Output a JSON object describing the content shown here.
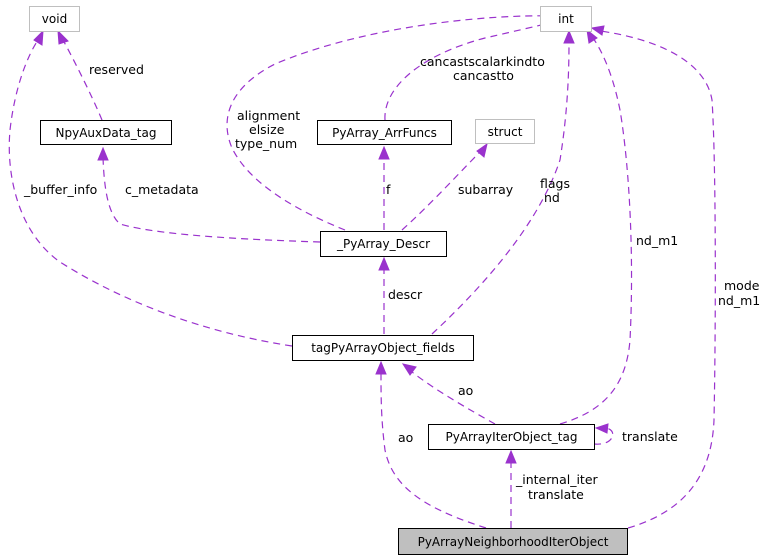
{
  "nodes": {
    "void": "void",
    "int": "int",
    "npy_aux": "NpyAuxData_tag",
    "arrfuncs": "PyArray_ArrFuncs",
    "struct": "struct",
    "descr": "_PyArray_Descr",
    "fields": "tagPyArrayObject_fields",
    "iter": "PyArrayIterObject_tag",
    "neigh": "PyArrayNeighborhoodIterObject"
  },
  "edge_labels": {
    "reserved": "reserved",
    "buffer_info": "_buffer_info",
    "c_metadata": "c_metadata",
    "cast_1": "cancastscalarkindto",
    "cast_2": "cancastto",
    "align_1": "alignment",
    "align_2": "elsize",
    "align_3": "type_num",
    "f": "f",
    "subarray": "subarray",
    "flags_1": "flags",
    "flags_2": "nd",
    "nd_m1": "nd_m1",
    "mode_1": "mode",
    "mode_2": "nd_m1",
    "descr": "descr",
    "ao_fields": "ao",
    "ao_neigh": "ao",
    "translate": "translate",
    "internal_1": "_internal_iter",
    "internal_2": "translate"
  },
  "colors": {
    "edge": "#9a32cd",
    "external_border": "#bfbfbf",
    "focus_fill": "#bfbfbf"
  }
}
